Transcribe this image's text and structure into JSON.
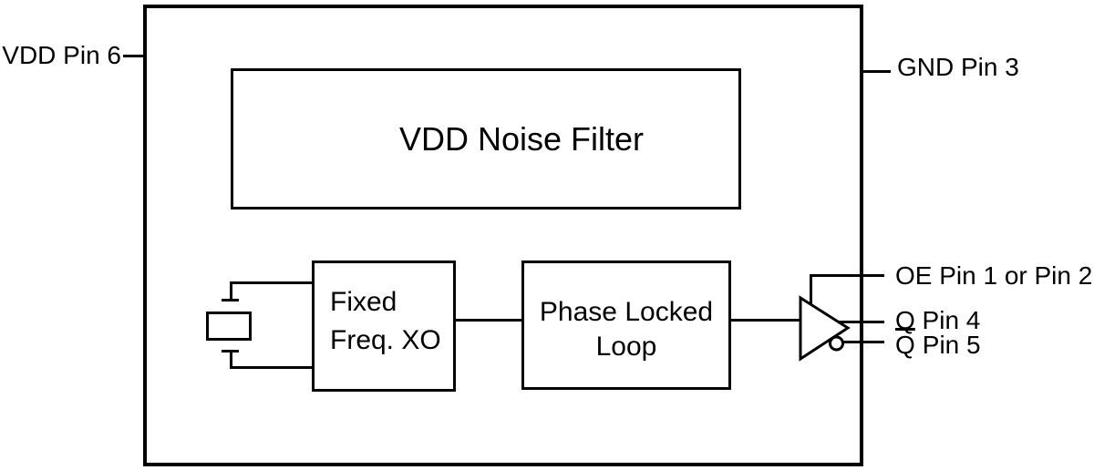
{
  "colors": {
    "line": "#000000",
    "background": "#ffffff",
    "text": "#000000"
  },
  "pins": {
    "vdd": {
      "label": "VDD Pin 6"
    },
    "gnd": {
      "label": "GND Pin 3"
    },
    "oe": {
      "label": "OE Pin 1 or Pin 2"
    },
    "q": {
      "label": "Q Pin 4"
    },
    "qbar": {
      "overbar": "Q",
      "rest": "Pin 5"
    }
  },
  "blocks": {
    "noise_filter": {
      "label": "VDD Noise Filter"
    },
    "xo": {
      "line1": "Fixed",
      "line2": "Freq. XO"
    },
    "pll": {
      "line1": "Phase Locked",
      "line2": "Loop"
    }
  },
  "symbols": {
    "crystal": "crystal-resonator",
    "buffer": "output-buffer",
    "bubble": "inverting-output-bubble"
  }
}
